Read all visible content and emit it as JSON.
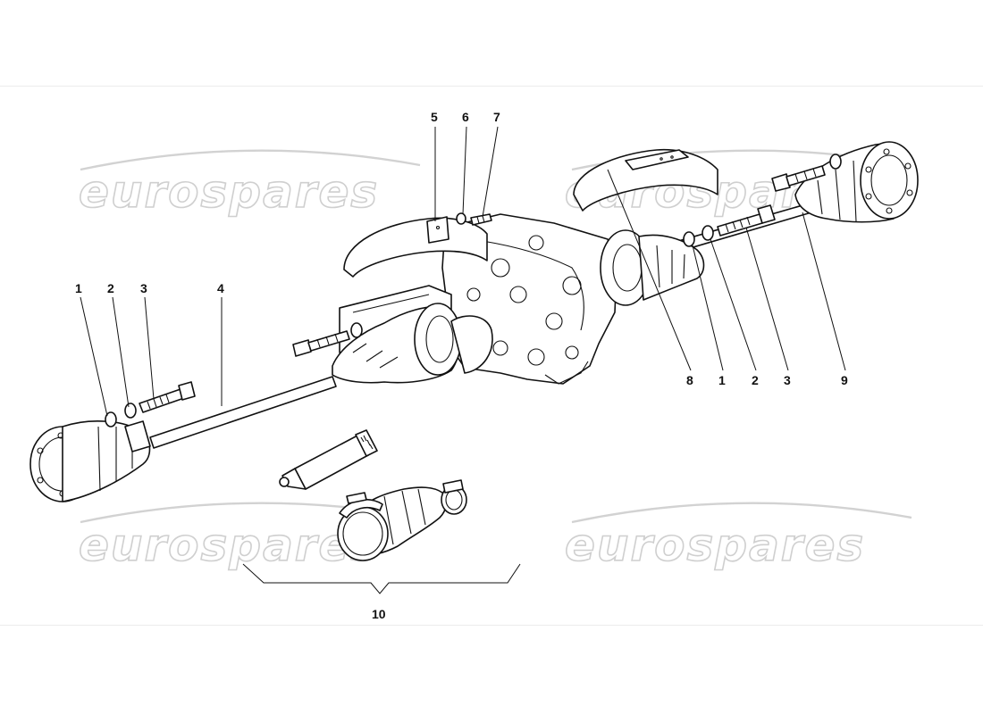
{
  "watermark": "eurospares",
  "callouts": {
    "c1_left": "1",
    "c2_left": "2",
    "c3_left": "3",
    "c4": "4",
    "c5": "5",
    "c6": "6",
    "c7": "7",
    "c8": "8",
    "c1_right": "1",
    "c2_right": "2",
    "c3_right": "3",
    "c9": "9",
    "c10": "10"
  }
}
